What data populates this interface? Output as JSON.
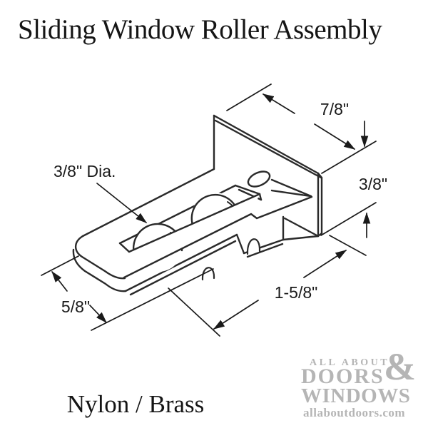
{
  "title": "Sliding Window Roller Assembly",
  "material_label": "Nylon / Brass",
  "dimensions": {
    "plate_width": "7/8\"",
    "plate_edge_height": "3/8\"",
    "roller_diameter": "3/8\" Dia.",
    "base_width": "5/8\"",
    "base_length": "1-5/8\""
  },
  "watermark": {
    "line1": "ALL ABOUT",
    "ampersand": "&",
    "line2": "DOORS",
    "line3": "WINDOWS",
    "url": "allaboutdoors.com",
    "color": "#b5b5b5"
  },
  "drawing": {
    "part_line_color": "#2a2a2a",
    "dimension_line_color": "#1a1a1a",
    "background": "#ffffff"
  }
}
